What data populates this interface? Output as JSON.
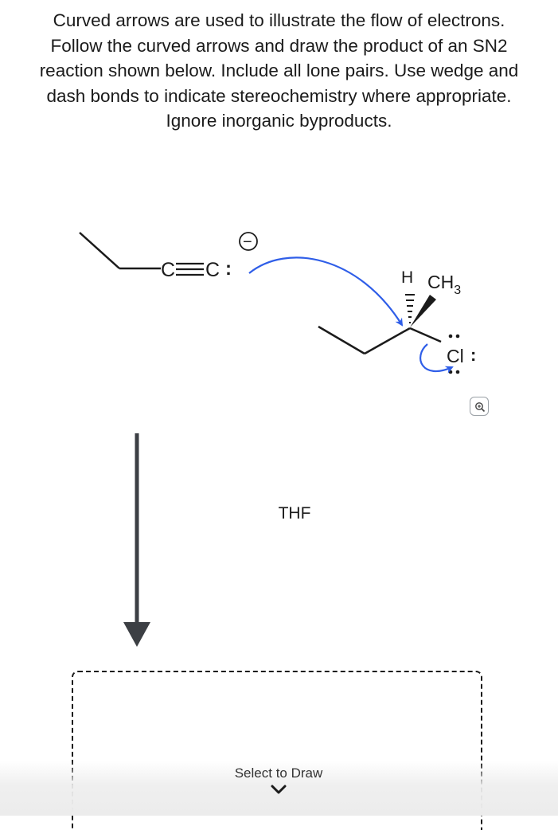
{
  "question": {
    "lines": [
      "Curved arrows are used to illustrate the flow of electrons.",
      "Follow the curved arrows and draw the product of an SN2",
      "reaction shown below. Include all lone pairs. Use wedge and",
      "dash bonds to indicate stereochemistry where appropriate.",
      "Ignore inorganic byproducts."
    ]
  },
  "scheme": {
    "nucleophile": {
      "c1": "C",
      "c2": "C",
      "lone_pair": ":",
      "charge": "−"
    },
    "substrate": {
      "h": "H",
      "methyl": "CH",
      "methyl_sub": "3",
      "halogen": "Cl",
      "halogen_lone_pair": ":"
    },
    "arrow_color": "#2f5ee8",
    "solvent": "THF"
  },
  "zoom_button": {
    "icon": "zoom-icon"
  },
  "draw_area": {
    "label": "Select to Draw",
    "icon": "chevron-down-icon"
  }
}
